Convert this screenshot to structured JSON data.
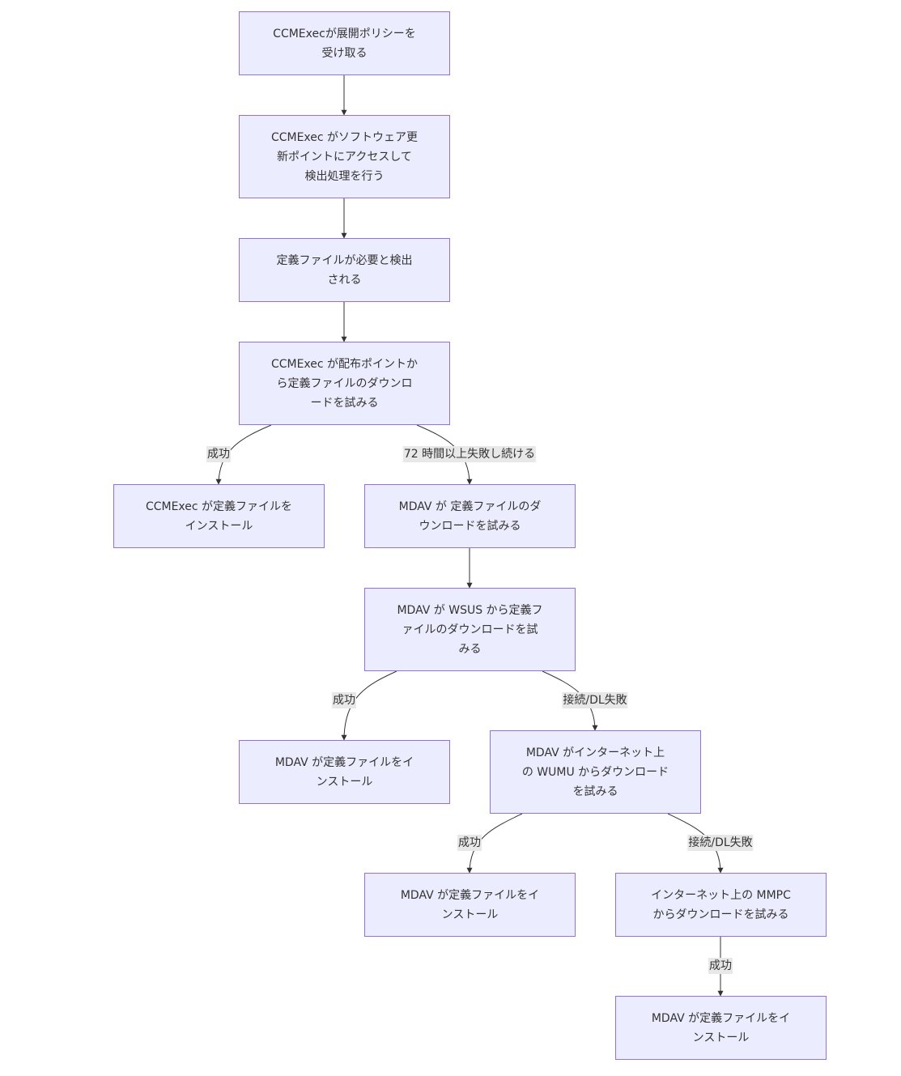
{
  "nodes": {
    "n1": "CCMExecが展開ポリシーを\n受け取る",
    "n2": "CCMExec がソフトウェア更\n新ポイントにアクセスして\n検出処理を行う",
    "n3": "定義ファイルが必要と検出\nされる",
    "n4": "CCMExec が配布ポイントか\nら定義ファイルのダウンロ\nードを試みる",
    "n5": "CCMExec が定義ファイルを\nインストール",
    "n6": "MDAV が 定義ファイルのダ\nウンロードを試みる",
    "n7": "MDAV が WSUS から定義フ\nァイルのダウンロードを試\nみる",
    "n8": "MDAV が定義ファイルをイ\nンストール",
    "n9": "MDAV がインターネット上\nの WUMU からダウンロード\nを試みる",
    "n10": "MDAV が定義ファイルをイ\nンストール",
    "n11": "インターネット上の MMPC\nからダウンロードを試みる",
    "n12": "MDAV が定義ファイルをイ\nンストール"
  },
  "edge_labels": {
    "e4_5": "成功",
    "e4_6": "72 時間以上失敗し続ける",
    "e7_8": "成功",
    "e7_9": "接続/DL失敗",
    "e9_10": "成功",
    "e9_11": "接続/DL失敗",
    "e11_12": "成功"
  },
  "colors": {
    "node_fill": "#ececff",
    "node_border": "#9370db",
    "edge": "#333333",
    "label_bg": "#e8e8e8"
  }
}
